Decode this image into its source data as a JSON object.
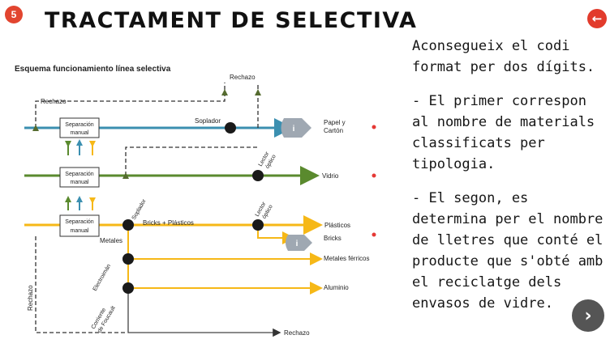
{
  "slide": {
    "number": "5",
    "title": "TRACTAMENT DE SELECTIVA",
    "back_icon": "arrow-left-icon",
    "next_icon": "chevron-right-icon"
  },
  "diagram": {
    "heading": "Esquema funcionamiento línea selectiva",
    "labels": {
      "rechazo_top_left": "Rechazo",
      "rechazo_top_mid": "Rechazo",
      "separacion1": [
        "Separación",
        "manual"
      ],
      "separacion2": [
        "Separación",
        "manual"
      ],
      "separacion3": [
        "Separación",
        "manual"
      ],
      "soplador_top": "Soplador",
      "papel": [
        "Papel y",
        "Cartón"
      ],
      "lector1": [
        "Lector",
        "óptico"
      ],
      "vidrio": "Vidrio",
      "soplador_mid": "Soplador",
      "bricks_plasticos": "Bricks + Plásticos",
      "lector2": [
        "Lector",
        "óptico"
      ],
      "plasticos": "Plásticos",
      "bricks": "Bricks",
      "metales": "Metales",
      "metales_ferricos": "Metales férricos",
      "electroiman": "Electroimán",
      "aluminio": "Aluminio",
      "corriente": [
        "Corriente",
        "de Foucault"
      ],
      "rechazo_left": "Rechazo",
      "rechazo_bottom": "Rechazo",
      "info_symbol": "i"
    },
    "colors": {
      "blue": "#3b8fb0",
      "green": "#5a8a2e",
      "yellow": "#f6b817",
      "red": "#e53935",
      "dash": "#333333"
    }
  },
  "side_text": [
    "Aconsegueix el codi format per dos dígits.",
    "- El primer correspon al nombre de materials classificats per tipologia.",
    "- El segon, es determina per el nombre de lletres que conté el producte que s'obté amb el reciclatge dels envasos de vidre."
  ]
}
